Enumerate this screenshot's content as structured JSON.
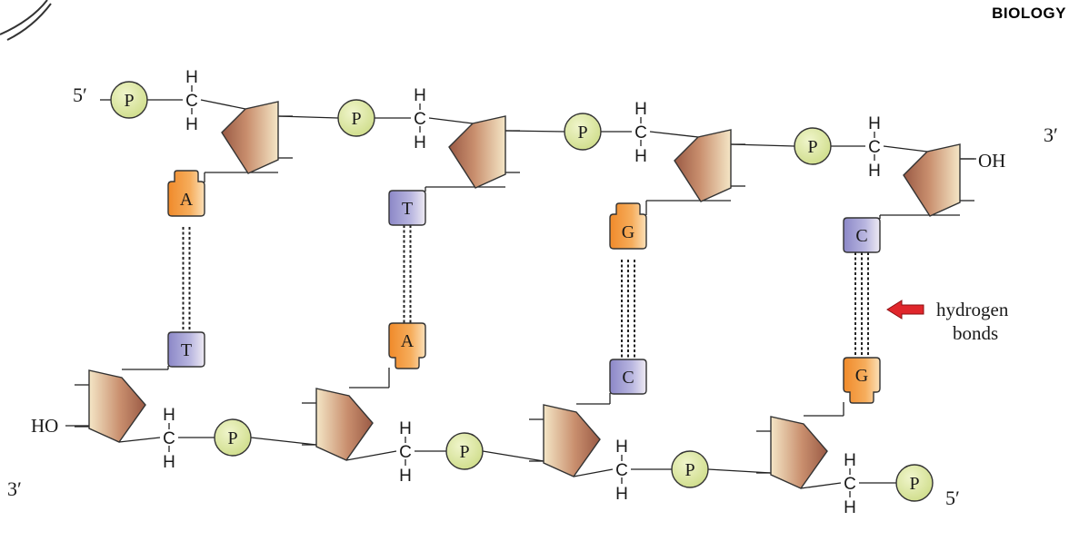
{
  "header": {
    "subject": "BIOLOGY"
  },
  "labels": {
    "top_5": "5′",
    "top_3": "3′",
    "bottom_3": "3′",
    "bottom_5": "5′",
    "top_oh": "OH",
    "bottom_ho": "HO",
    "hydrogen_line1": "hydrogen",
    "hydrogen_line2": "bonds"
  },
  "atoms": {
    "phosphate": "P",
    "carbon": "C",
    "hydrogen": "H"
  },
  "base_pairs": [
    {
      "top": "A",
      "bottom": "T",
      "hbonds": 2
    },
    {
      "top": "T",
      "bottom": "A",
      "hbonds": 2
    },
    {
      "top": "G",
      "bottom": "C",
      "hbonds": 3
    },
    {
      "top": "C",
      "bottom": "G",
      "hbonds": 3
    }
  ],
  "colors": {
    "phosphate_fill": "#dde8a6",
    "purine_fill": "#f4a24a",
    "pyrimidine_fill": "#a9a6d6",
    "sugar_dark": "#9a5a45",
    "sugar_light": "#f4e6c6",
    "arrow": "#e0262b"
  }
}
